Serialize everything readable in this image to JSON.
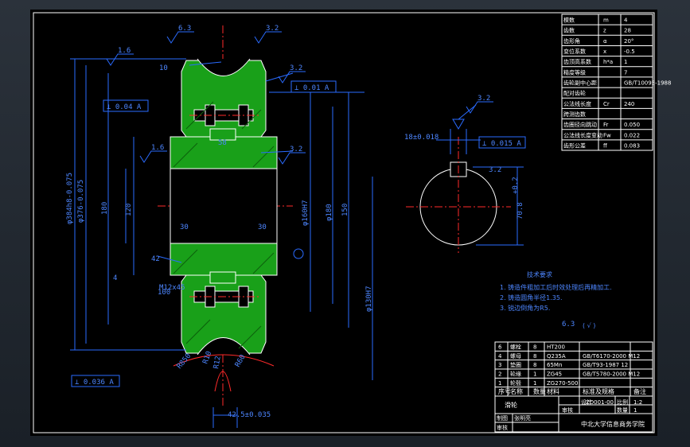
{
  "drawing": {
    "top_hint": "",
    "dims": {
      "d_outer": "φ384h8-0.075",
      "d_2": "φ376-0.075",
      "d_180": "180",
      "d_bore": "φ130H7",
      "d_180b": "φ180",
      "d_150": "150",
      "d_120": "120",
      "d_hub": "φ160H7",
      "w_bottom": "42.5±0.035",
      "r850": "R850",
      "r10": "R10",
      "r12": "R12",
      "r60": "R60",
      "n10": "10",
      "n58": "58",
      "n42": "42",
      "n30": "30",
      "n100": "100",
      "n4": "4",
      "m12": "M12x45",
      "ra_a": "6.3",
      "ra_b": "3.2",
      "ra_c": "1.6",
      "ra_d": "3.2",
      "ra_e": "3.2",
      "ra_f": "1.6",
      "ra_g": "3.2"
    },
    "tolerances": {
      "t1": "⊥ 0.01 A",
      "t2": "⊥ 0.04 A",
      "t3": "⊥ 0.015 A",
      "t4": "⊥ 0.036 A"
    },
    "keyway": {
      "width": "18±0.018",
      "depth": "70.8",
      "depth_tol": "+0.2",
      "ra": "3.2"
    }
  },
  "params_table": {
    "rows": [
      {
        "name": "模数",
        "sym": "m",
        "val": "4"
      },
      {
        "name": "齿数",
        "sym": "z",
        "val": "28"
      },
      {
        "name": "齿形角",
        "sym": "α",
        "val": "20°"
      },
      {
        "name": "变位系数",
        "sym": "x",
        "val": "-0.5"
      },
      {
        "name": "齿顶高系数",
        "sym": "h*a",
        "val": "1"
      },
      {
        "name": "精度等级",
        "sym": "",
        "val": "7"
      },
      {
        "name": "齿轮副中心距",
        "sym": "",
        "val": "GB/T10095-1988"
      },
      {
        "name": "配对齿轮",
        "sym": "",
        "val": ""
      },
      {
        "name": "公法线长度",
        "sym": "Cr",
        "val": "240"
      },
      {
        "name": "跨测齿数",
        "sym": "",
        "val": ""
      },
      {
        "name": "齿圈径向跳动",
        "sym": "Fr",
        "val": "0.050"
      },
      {
        "name": "公法线长度变动",
        "sym": "Fw",
        "val": "0.022"
      },
      {
        "name": "齿形公差",
        "sym": "ff",
        "val": "0.083"
      }
    ]
  },
  "tech_req": {
    "title": "技术要求",
    "items": [
      "1. 铸造件粗加工后时效处理后再精加工.",
      "2. 铸造圆角半径1.35.",
      "3. 锐边倒角为R5."
    ],
    "roughness_note": "6.3",
    "roughness_paren": "( √ )"
  },
  "bom": {
    "rows": [
      {
        "no": "6",
        "name": "螺栓",
        "qty": "8",
        "mat": "HT200",
        "std": "",
        "note": ""
      },
      {
        "no": "4",
        "name": "螺母",
        "qty": "8",
        "mat": "Q235A",
        "std": "GB/T6170-2000 M12",
        "note": ""
      },
      {
        "no": "3",
        "name": "垫圈",
        "qty": "8",
        "mat": "65Mn",
        "std": "GB/T93-1987 12",
        "note": ""
      },
      {
        "no": "2",
        "name": "轮缘",
        "qty": "1",
        "mat": "ZG45",
        "std": "GB/T5780-2000 M12",
        "note": ""
      },
      {
        "no": "1",
        "name": "轮毂",
        "qty": "1",
        "mat": "ZG270-500",
        "std": "",
        "note": ""
      }
    ],
    "header": {
      "no": "序号",
      "name": "名称",
      "qty": "数量",
      "mat": "材料",
      "std": "标准及规格",
      "note": "备注"
    }
  },
  "title_block": {
    "part_name": "滑轮",
    "drawing_no": "ZD001-00",
    "scale_label": "比例",
    "scale": "1:2",
    "qty_label": "数量",
    "qty": "1",
    "designer_label": "设计",
    "checker_label": "审核",
    "drawer_label": "制图",
    "school": "中北大学信息商务学院",
    "drawer": "张明亮"
  }
}
